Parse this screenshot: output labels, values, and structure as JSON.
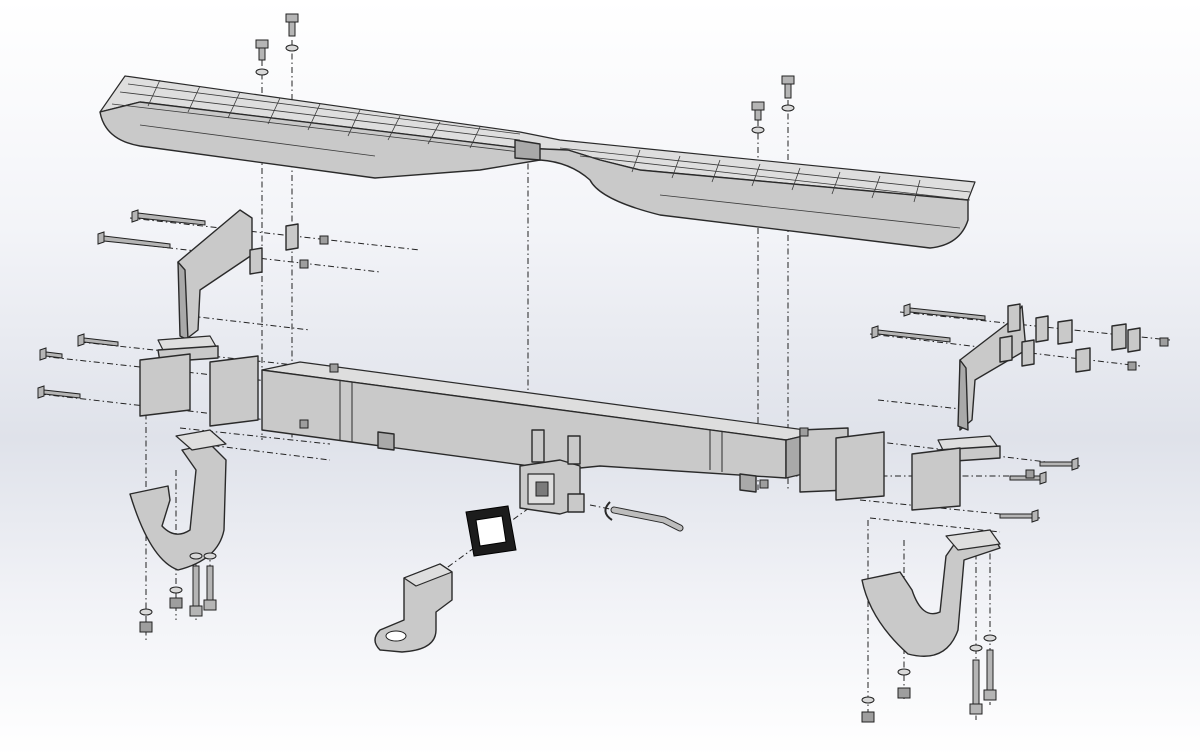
{
  "scene": {
    "kind": "exploded-assembly-render",
    "background_color": "#e4e7ef",
    "part_color": "#c9c9c9",
    "edge_color": "#2a2a2a"
  },
  "parts": [
    {
      "name": "step-bumper",
      "icon": "treaded-step-plate"
    },
    {
      "name": "receiver-crossbar",
      "icon": "square-tube-beam"
    },
    {
      "name": "receiver-box",
      "icon": "square-receiver-opening"
    },
    {
      "name": "left-vertical-bracket",
      "icon": "bent-plate-bracket"
    },
    {
      "name": "right-vertical-bracket",
      "icon": "bent-plate-bracket"
    },
    {
      "name": "left-u-bracket",
      "icon": "u-strap-bracket"
    },
    {
      "name": "right-u-bracket",
      "icon": "u-strap-bracket"
    },
    {
      "name": "ball-mount",
      "icon": "drop-ball-mount"
    },
    {
      "name": "receiver-collar",
      "icon": "black-square-collar"
    },
    {
      "name": "hitch-pin",
      "icon": "bent-pin-with-clip"
    },
    {
      "name": "fasteners",
      "icon": "bolts-washers-nuts"
    }
  ]
}
